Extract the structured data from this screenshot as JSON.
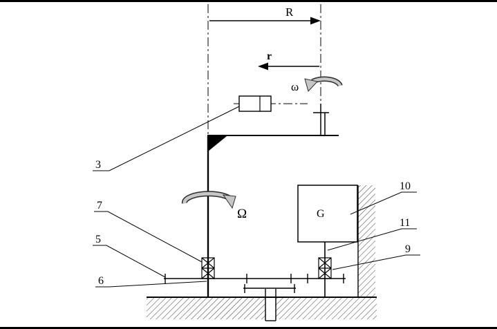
{
  "figure": {
    "kind": "rotating-machine-schematic",
    "colors": {
      "line": "#000000",
      "background": "#ffffff",
      "ribbon_fill": "#c6c6c6",
      "ribbon_edge": "#2b2b2b",
      "hatch": "#3a3a3a"
    }
  },
  "labels": {
    "R": "R",
    "r": "r",
    "omega": "ω",
    "Omega": "Ω",
    "G": "G"
  },
  "parts": {
    "n3": "3",
    "n5": "5",
    "n6": "6",
    "n7": "7",
    "n9": "9",
    "n10": "10",
    "n11": "11"
  }
}
